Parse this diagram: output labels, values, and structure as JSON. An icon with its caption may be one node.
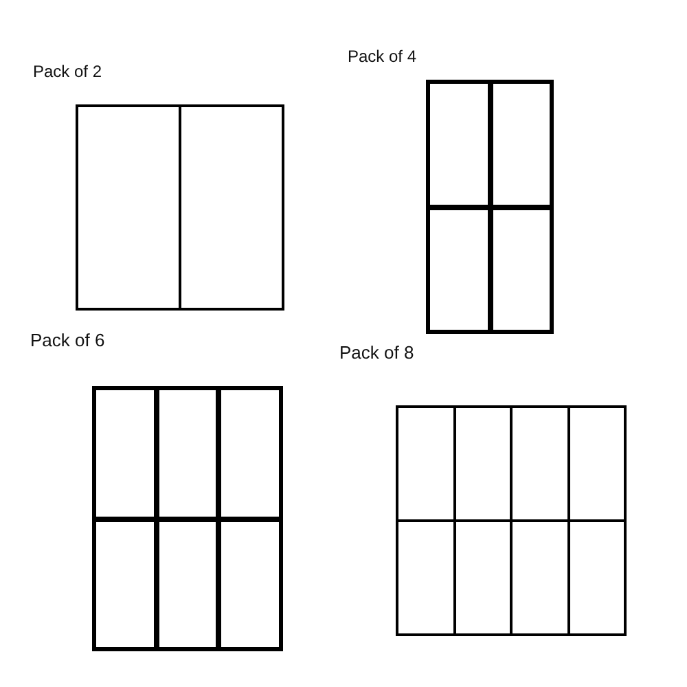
{
  "diagram": {
    "nodes": [
      {
        "text": [
          "Pack of 2"
        ]
      },
      {
        "text": [],
        "shape": "box",
        "in": 0
      },
      {
        "text": [],
        "shape": "box",
        "in": 0
      },
      {
        "text": [
          "Pack of 4"
        ]
      },
      {
        "text": [],
        "shape": "box",
        "in": 3
      },
      {
        "text": [],
        "shape": "box",
        "in": 3
      },
      {
        "text": [],
        "shape": "box",
        "in": 3
      },
      {
        "text": [],
        "shape": "box",
        "in": 3
      },
      {
        "text": [
          "Pack of 6"
        ]
      },
      {
        "text": [],
        "shape": "box",
        "in": 8
      },
      {
        "text": [],
        "shape": "box",
        "in": 8
      },
      {
        "text": [],
        "shape": "box",
        "in": 8
      },
      {
        "text": [],
        "shape": "box",
        "in": 8
      },
      {
        "text": [],
        "shape": "box",
        "in": 8
      },
      {
        "text": [],
        "shape": "box",
        "in": 8
      },
      {
        "text": [
          "Pack of 8"
        ]
      },
      {
        "text": [],
        "shape": "box",
        "in": 15
      },
      {
        "text": [],
        "shape": "box",
        "in": 15
      },
      {
        "text": [],
        "shape": "box",
        "in": 15
      },
      {
        "text": [],
        "shape": "box",
        "in": 15
      },
      {
        "text": [],
        "shape": "box",
        "in": 15
      },
      {
        "text": [],
        "shape": "box",
        "in": 15
      },
      {
        "text": [],
        "shape": "box",
        "in": 15
      },
      {
        "text": [],
        "shape": "box",
        "in": 15
      }
    ]
  }
}
